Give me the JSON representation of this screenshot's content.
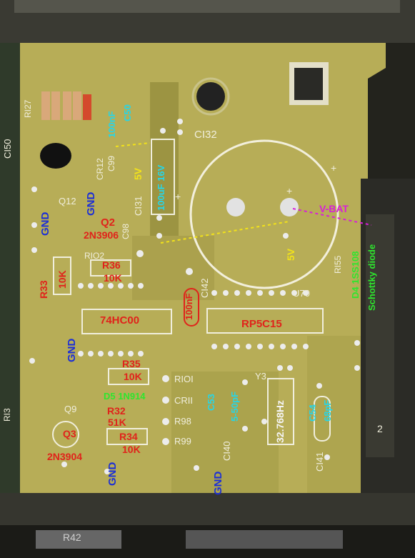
{
  "colors": {
    "pcb": "#b7ad57",
    "trace": "#9a9140",
    "silkscreen": "#f0eedc",
    "resistor_value": "#e0231b",
    "ground": "#1c2fd6",
    "capacitor": "#26d6e8",
    "voltage": "#f2e21a",
    "diode": "#2ee62e",
    "battery": "#d81ed8"
  },
  "silkscreen": {
    "c132": "CI32",
    "c131": "CI31",
    "c142": "CI42",
    "c141": "CI41",
    "c140": "CI40",
    "c150": "CI50",
    "cr12": "CR12",
    "cr11": "CRII",
    "c99": "C99",
    "c98": "C98",
    "q12": "Q12",
    "q9": "Q9",
    "r102": "RIO2",
    "r101": "RIOI",
    "r98": "R98",
    "r99": "R99",
    "r155": "RI55",
    "r127": "RI27",
    "r42": "R42",
    "r13": "RI3",
    "u70": "U70",
    "y3": "Y3",
    "plus_1": "+",
    "plus_2": "+",
    "plus_3": "+",
    "edge_2": "2"
  },
  "annotations": {
    "gnd_1": "GND",
    "gnd_2": "GND",
    "gnd_3": "GND",
    "gnd_4": "GND",
    "gnd_5": "GND",
    "q2": "Q2",
    "q2_part": "2N3906",
    "q3": "Q3",
    "q3_part": "2N3904",
    "r36": "R36",
    "r36_value": "10K",
    "r33": "R33",
    "r33_value": "10K",
    "r35": "R35",
    "r35_value": "10K",
    "r32": "R32",
    "r32_value": "51K",
    "r34": "R34",
    "r34_value": "10K",
    "chip_74hc00": "74HC00",
    "chip_rp5c15": "RP5C15",
    "cap_100nf_top": "100nF",
    "cap_c50": "C50",
    "cap_100nf_mid": "100nF",
    "cap_100uf": "100uF 16V",
    "cap_c53": "C53",
    "cap_c53_value": "5-50pF",
    "cap_c54": "C54",
    "cap_c54_value": "68pF",
    "v5_1": "5V",
    "v5_2": "5V",
    "vbat": "V-BAT",
    "d5": "D5 1N914",
    "d4": "D4 1SS108",
    "schottky": "Schottky diode",
    "crystal": "32.768Hz"
  }
}
